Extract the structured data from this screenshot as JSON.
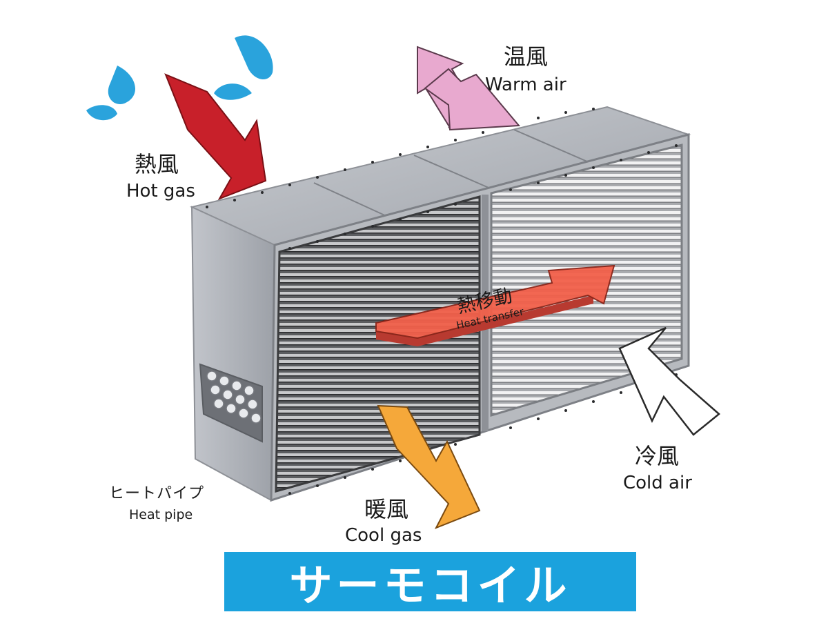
{
  "labels": {
    "hot_gas": {
      "jp": "熱風",
      "en": "Hot gas"
    },
    "warm_air": {
      "jp": "温風",
      "en": "Warm air"
    },
    "cold_air": {
      "jp": "冷風",
      "en": "Cold air"
    },
    "cool_gas": {
      "jp": "暖風",
      "en": "Cool gas"
    },
    "heat_pipe": {
      "jp": "ヒートパイプ",
      "en": "Heat pipe"
    },
    "heat_transfer": {
      "jp": "熱移動",
      "en": "Heat transfer"
    }
  },
  "banner": {
    "text": "サーモコイル"
  },
  "colors": {
    "hot_gas_arrow": "#c8202a",
    "warm_air_arrow": "#e8a9cf",
    "cool_gas_arrow": "#f5a83a",
    "cold_air_arrow": "#ffffff",
    "heat_transfer_arrow": "#f2604a",
    "droplets": "#2aa3dc",
    "banner_bg": "#1ba2dd",
    "casing": "#b9bcc2"
  },
  "icons": [
    "water-droplet-icon",
    "heat-pipe-bundle-icon"
  ]
}
